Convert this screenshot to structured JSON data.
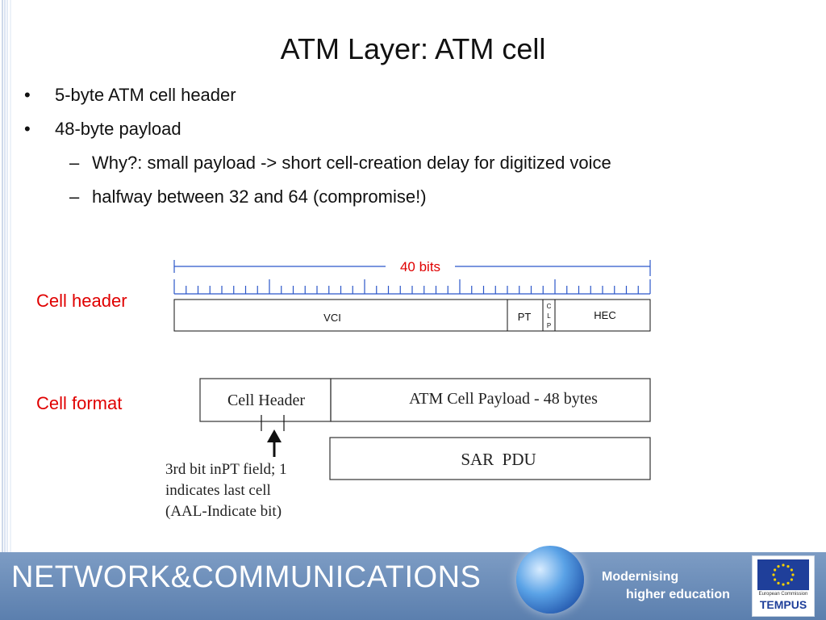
{
  "slide": {
    "title": "ATM Layer: ATM cell",
    "bullets": [
      {
        "text": "5-byte ATM cell header"
      },
      {
        "text": "48-byte payload"
      }
    ],
    "sub_bullets": [
      {
        "text": "Why?: small payload -> short cell-creation delay for digitized voice"
      },
      {
        "text": "halfway between 32 and 64 (compromise!)"
      }
    ],
    "bullet_mark": "•",
    "sub_bullet_mark": "–"
  },
  "labels": {
    "cell_header": "Cell header",
    "cell_format": "Cell format"
  },
  "header_diagram": {
    "width_label": "40 bits",
    "fields": [
      "VCI",
      "PT",
      "HEC"
    ],
    "clp_letters": [
      "C",
      "L",
      "P"
    ]
  },
  "format_diagram": {
    "cell_header": "Cell Header",
    "payload": "ATM Cell Payload - 48 bytes",
    "sar_pdu": "SAR  PDU",
    "annotation": [
      "3rd bit inPT field; 1",
      "indicates last cell",
      "(AAL-Indicate bit)"
    ]
  },
  "footer": {
    "title": "NETWORK&COMMUNICATIONS",
    "tagline": [
      "Modernising",
      "higher education"
    ],
    "logo_small": "European Commission",
    "logo_word": "TEMPUS"
  },
  "colors": {
    "label_red": "#e00000",
    "diagram_blue": "#2b56c9",
    "footer_blue": "#6d8fbd"
  }
}
